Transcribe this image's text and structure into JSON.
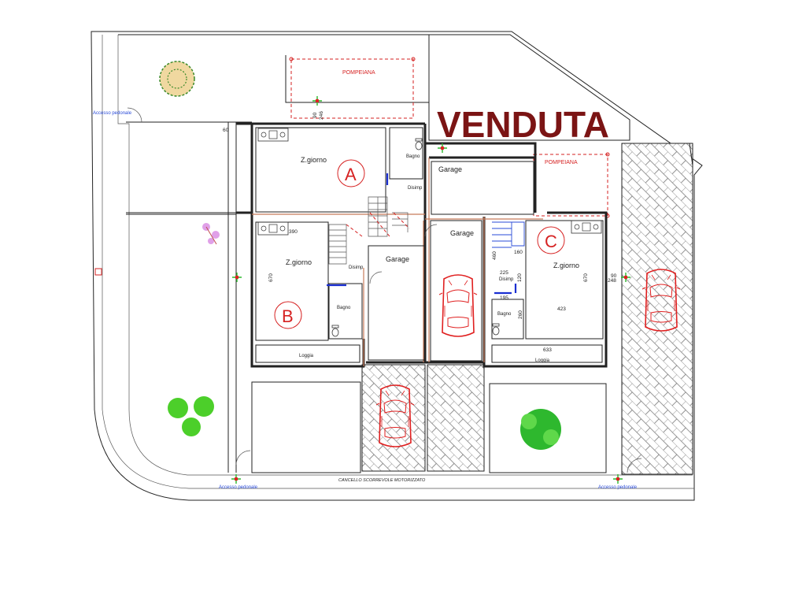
{
  "sold_label": "VENDUTA",
  "units": [
    "A",
    "B",
    "C"
  ],
  "pergola": [
    "POMPEIANA",
    "POMPEIANA"
  ],
  "pedestrian_access": [
    "Accesso pedonale",
    "Accesso pedonale",
    "Accesso pedonale"
  ],
  "gate_label": "CANCELLO SCORREVOLE MOTORIZZATO",
  "rooms": {
    "zgiorno": [
      "Z.giorno",
      "Z.giorno",
      "Z.giorno"
    ],
    "bagno": [
      "Bagno",
      "Bagno",
      "Bagno"
    ],
    "disimp": [
      "Disimp",
      "Disimp",
      "Disimp"
    ],
    "garage": [
      "Garage",
      "Garage",
      "Garage"
    ],
    "loggia": [
      "Loggia",
      "Loggia"
    ]
  },
  "dimensions": {
    "d60": "60",
    "d90a": "90",
    "d246": "246",
    "d390": "390",
    "d670a": "670",
    "d160": "160",
    "d460": "460",
    "d225": "225",
    "d120": "120",
    "d195": "195",
    "d260": "260",
    "d670b": "670",
    "d423": "423",
    "d633": "633",
    "d90b": "90",
    "d248": "248"
  },
  "colors": {
    "sold": "#7b1414",
    "accent_red": "#d62222",
    "blue_label": "#2a4bd8",
    "tree_green": "#2eb82e"
  }
}
